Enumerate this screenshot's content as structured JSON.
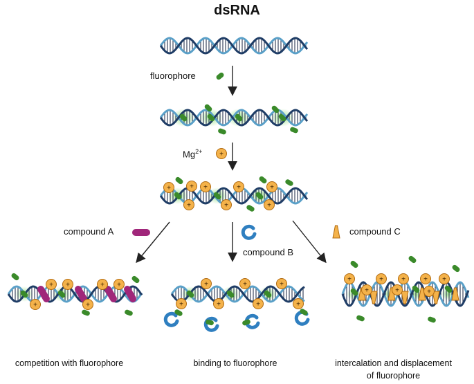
{
  "title": "dsRNA",
  "labels": {
    "fluorophore": "fluorophore",
    "mg_base": "Mg",
    "mg_charge": "2+",
    "compound_a": "compound A",
    "compound_b": "compound B",
    "compound_c": "compound C"
  },
  "captions": {
    "left": "competition with fluorophore",
    "middle": "binding to fluorophore",
    "right_line1": "intercalation and displacement",
    "right_line2": "of fluorophore"
  },
  "ion_symbol": "+",
  "colors": {
    "strand_dark": "#1f3d66",
    "strand_light": "#5aa0c8",
    "rung": "#2a3550",
    "fluorophore": "#3a8a2a",
    "glow": "#9be38a",
    "mg_fill": "#f4b24a",
    "mg_stroke": "#b06a10",
    "compound_a": "#a0267a",
    "compound_b": "#2f7fc0",
    "compound_c": "#f4b24a"
  }
}
